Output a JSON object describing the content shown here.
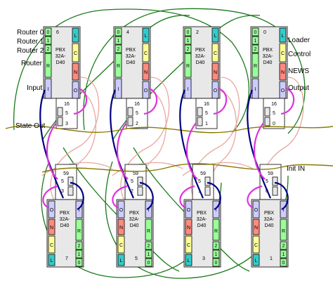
{
  "left_labels": [
    "Router 0",
    "Router 1",
    "Router 2",
    "Router",
    "Input",
    "State Out"
  ],
  "right_labels": [
    "Loader",
    "Control",
    "NEWS",
    "Output",
    "Init IN"
  ],
  "port_letters": {
    "L": "L",
    "C": "C",
    "N": "N",
    "O": "O",
    "R": "R",
    "I": "I"
  },
  "router_digits": [
    "1",
    "2",
    "1",
    "2",
    "0"
  ],
  "chip_text": [
    "PBX",
    "32A-",
    "D40"
  ],
  "top_boards": [
    {
      "id": "6",
      "mid": "16",
      "sub": [
        "5",
        "3"
      ]
    },
    {
      "id": "4",
      "mid": "16",
      "sub": [
        "5",
        "2"
      ]
    },
    {
      "id": "2",
      "mid": "16",
      "sub": [
        "5",
        "1"
      ]
    },
    {
      "id": "0",
      "mid": "16",
      "sub": [
        "5",
        "0"
      ]
    }
  ],
  "bottom_boards": [
    {
      "id": "7",
      "mid": "59",
      "sub": [
        "5",
        "3"
      ]
    },
    {
      "id": "5",
      "mid": "59",
      "sub": [
        "5",
        "2"
      ]
    },
    {
      "id": "3",
      "mid": "59",
      "sub": [
        "5",
        "1"
      ]
    },
    {
      "id": "1",
      "mid": "59",
      "sub": [
        "5",
        "0"
      ]
    }
  ],
  "colors": {
    "loader": "#33cccc",
    "control": "#ffff99",
    "news": "#ff8a80",
    "output": "#ccccff",
    "input": "#ccccff",
    "router": "#99ff99",
    "body": "#e8e8e8",
    "green_wire": "#1a7a1a",
    "navy_wire": "#000080",
    "magenta_wire": "#dd33dd",
    "pink_wire": "#e8a8a0",
    "olive_wire": "#8a7a00"
  }
}
